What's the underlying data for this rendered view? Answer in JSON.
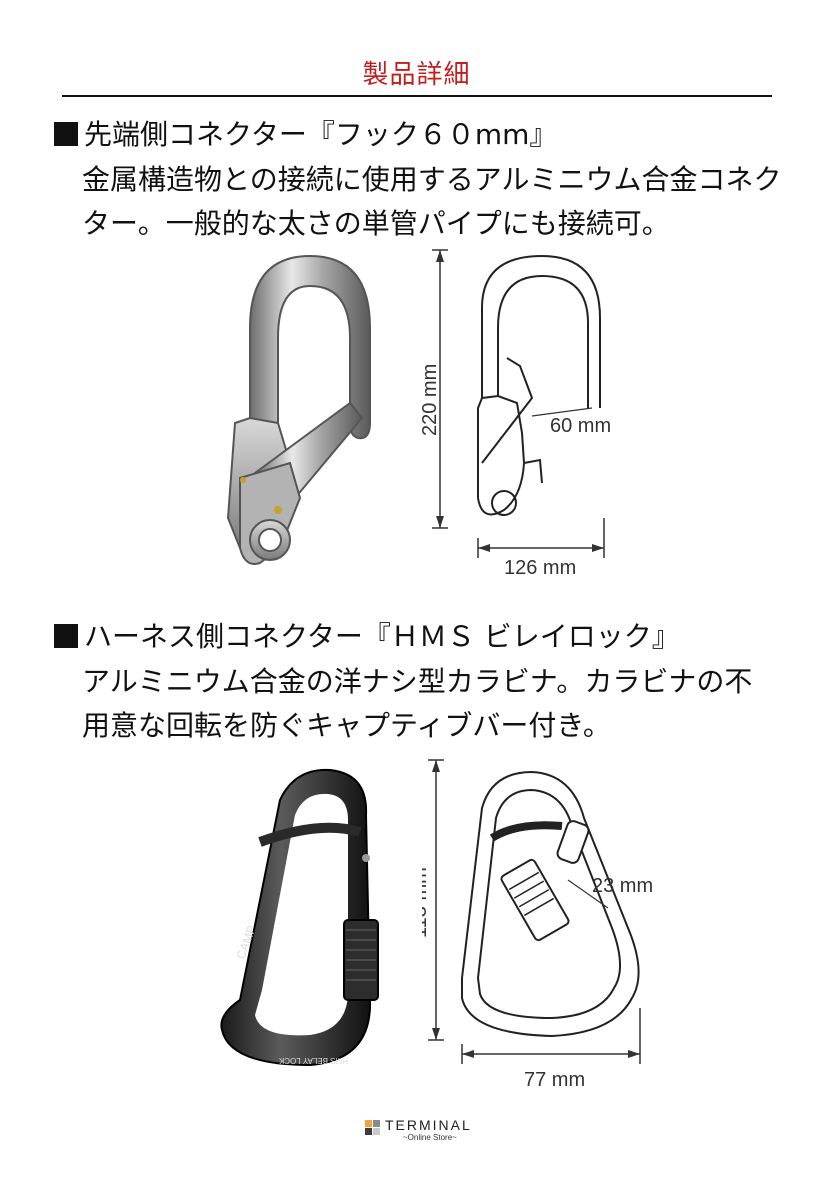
{
  "header": {
    "title": "製品詳細"
  },
  "sections": [
    {
      "title": "先端側コネクター『フック６０mm』",
      "description_lines": [
        "金属構造物との接続に使用するアルミニウム合金コネク",
        "ター。一般的な太さの単管パイプにも接続可。"
      ],
      "dimensions": {
        "height": "220 mm",
        "gate": "60 mm",
        "width": "126 mm"
      }
    },
    {
      "title": "ハーネス側コネクター『ＨＭＳ ビレイロック』",
      "description_lines": [
        "アルミニウム合金の洋ナシ型カラビナ。カラビナの不",
        "用意な回転を防ぐキャプティブバー付き。"
      ],
      "dimensions": {
        "height": "113 mm",
        "gate": "23 mm",
        "width": "77 mm"
      },
      "product_markings": {
        "brand": "CAMP",
        "model": "HMS BELAY LOCK"
      }
    }
  ],
  "logo": {
    "name": "TERMINAL",
    "sub": "~Online Store~",
    "colors": [
      "#f2a33a",
      "#8a8a8a",
      "#3b3b3b",
      "#c9c9c9"
    ]
  },
  "colors": {
    "accent": "#c41d1d",
    "text": "#111111"
  }
}
